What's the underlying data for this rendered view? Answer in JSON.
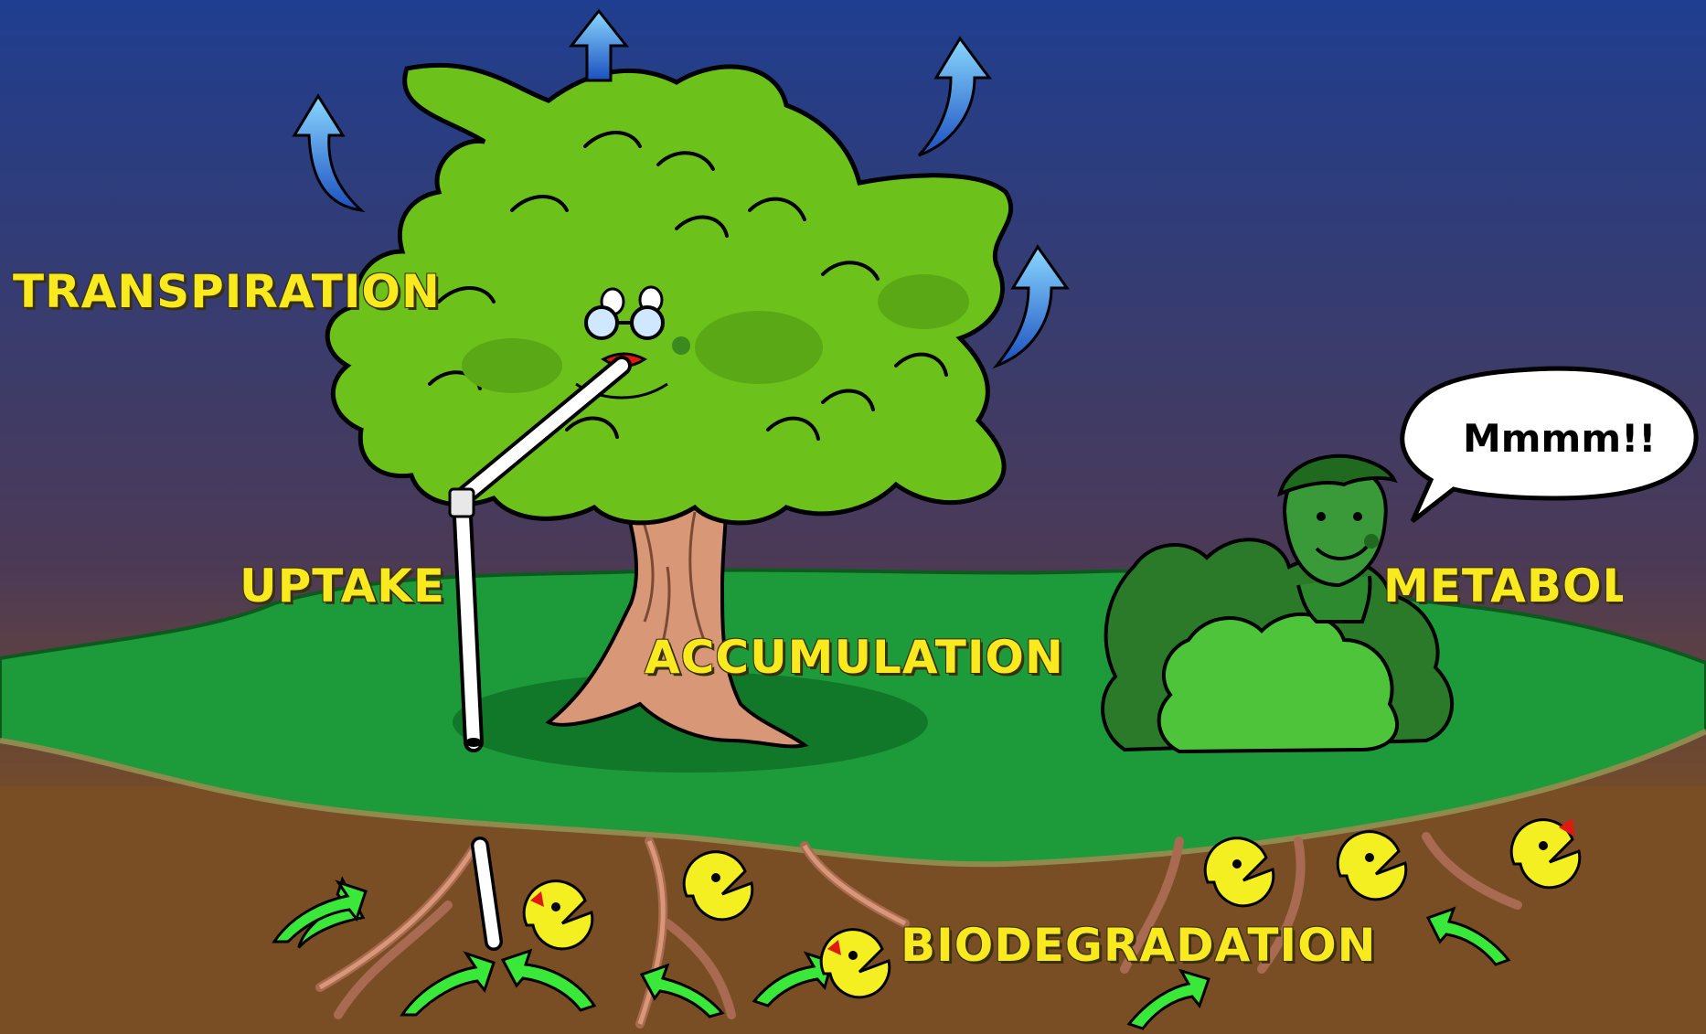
{
  "labels": {
    "transpiration": "TRANSPIRATION",
    "uptake": "UPTAKE",
    "accumulation": "ACCUMULATION",
    "metabolism": "METABOLISM",
    "biodegradation": "BIODEGRADATION"
  },
  "speech_bubble": {
    "text": "Mmmm!!"
  },
  "colors": {
    "sky_top": "#1f3e8f",
    "sky_bottom": "#4c3a55",
    "soil": "#7a4e24",
    "ground": "#1d9a3a",
    "foliage": "#6cc21a",
    "trunk": "#d89878",
    "label": "#f8ea1e",
    "vapor_arrow": "#5ac8f0",
    "root_arrow": "#3ae83a",
    "microbe": "#f4ef20"
  }
}
